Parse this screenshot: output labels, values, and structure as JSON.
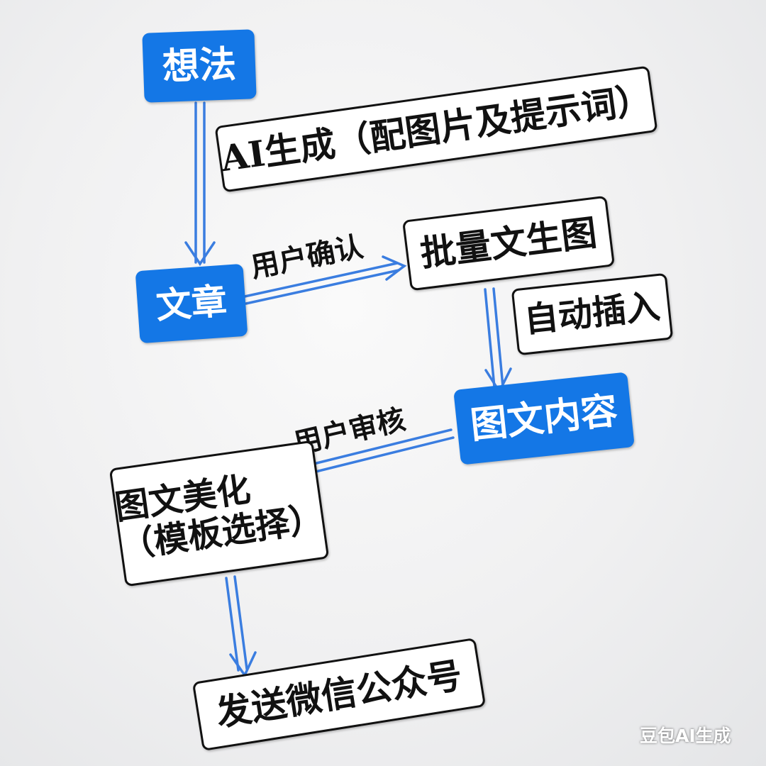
{
  "nodes": {
    "idea": "想法",
    "ai_generate": "AI生成（配图片及提示词）",
    "article": "文章",
    "batch_image": "批量文生图",
    "auto_insert": "自动插入",
    "graphic_content": "图文内容",
    "beautify_line1": "图文美化",
    "beautify_line2": "（模板选择）",
    "publish": "发送微信公众号"
  },
  "edge_labels": {
    "user_confirm": "用户确认",
    "user_review": "用户审核"
  },
  "colors": {
    "accent_blue": "#1477e6",
    "arrow_blue": "#3a7de0",
    "box_border": "#111111"
  },
  "watermark": "豆包AI生成"
}
